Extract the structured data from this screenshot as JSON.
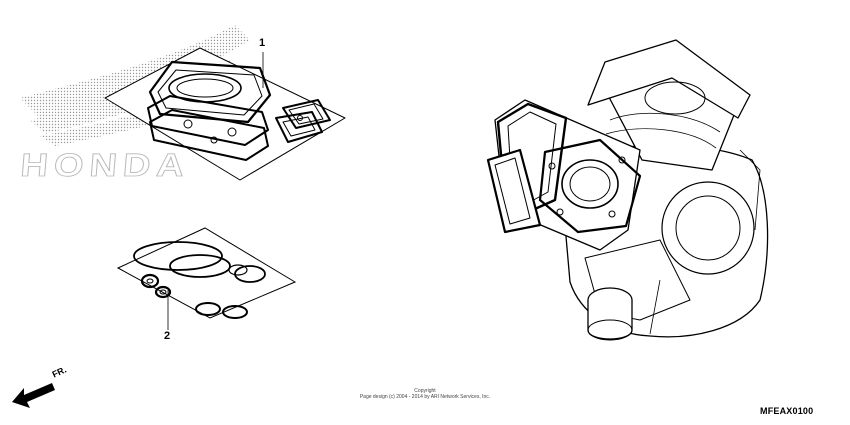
{
  "brand": {
    "name": "HONDA"
  },
  "callouts": [
    {
      "id": "1",
      "label": "1"
    },
    {
      "id": "2",
      "label": "2"
    }
  ],
  "direction": {
    "label": "FR."
  },
  "copyright": {
    "line1": "Copyright",
    "line2": "Page design (c) 2004 - 2014 by ARI Network Services, Inc."
  },
  "diagram_code": "MFEAX0100",
  "colors": {
    "line": "#000000",
    "watermark": "#b8b8b8",
    "sheet": "#ffffff"
  },
  "icons": {
    "direction": "front-arrow-icon",
    "brand": "honda-wing-logo"
  }
}
